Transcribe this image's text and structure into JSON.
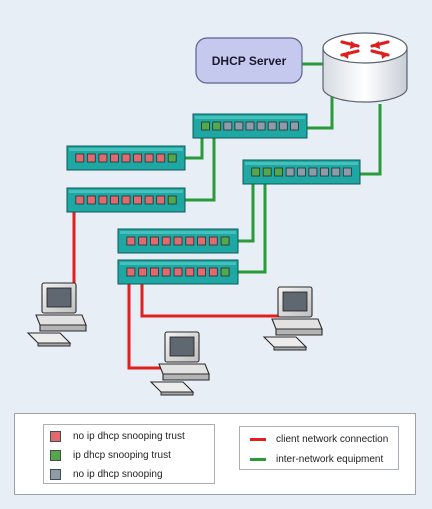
{
  "server": {
    "label": "DHCP Server"
  },
  "legend": {
    "ports": [
      {
        "label": "no ip dhcp snooping trust",
        "color": "#e06a70"
      },
      {
        "label": "ip dhcp snooping trust",
        "color": "#52a84a"
      },
      {
        "label": "no ip dhcp snooping",
        "color": "#8c9cab"
      }
    ],
    "links": [
      {
        "label": "client network connection",
        "color": "#e02020"
      },
      {
        "label": "inter-network equipment",
        "color": "#2a9a3a"
      }
    ]
  },
  "colors": {
    "switch_body": "#1fa7a4",
    "untrusted_port": "#e06a70",
    "trusted_port": "#52a84a",
    "plain_port": "#8c9cab",
    "client_link": "#e02020",
    "network_link": "#2a9a3a",
    "server_box": "#c5c9ee"
  }
}
